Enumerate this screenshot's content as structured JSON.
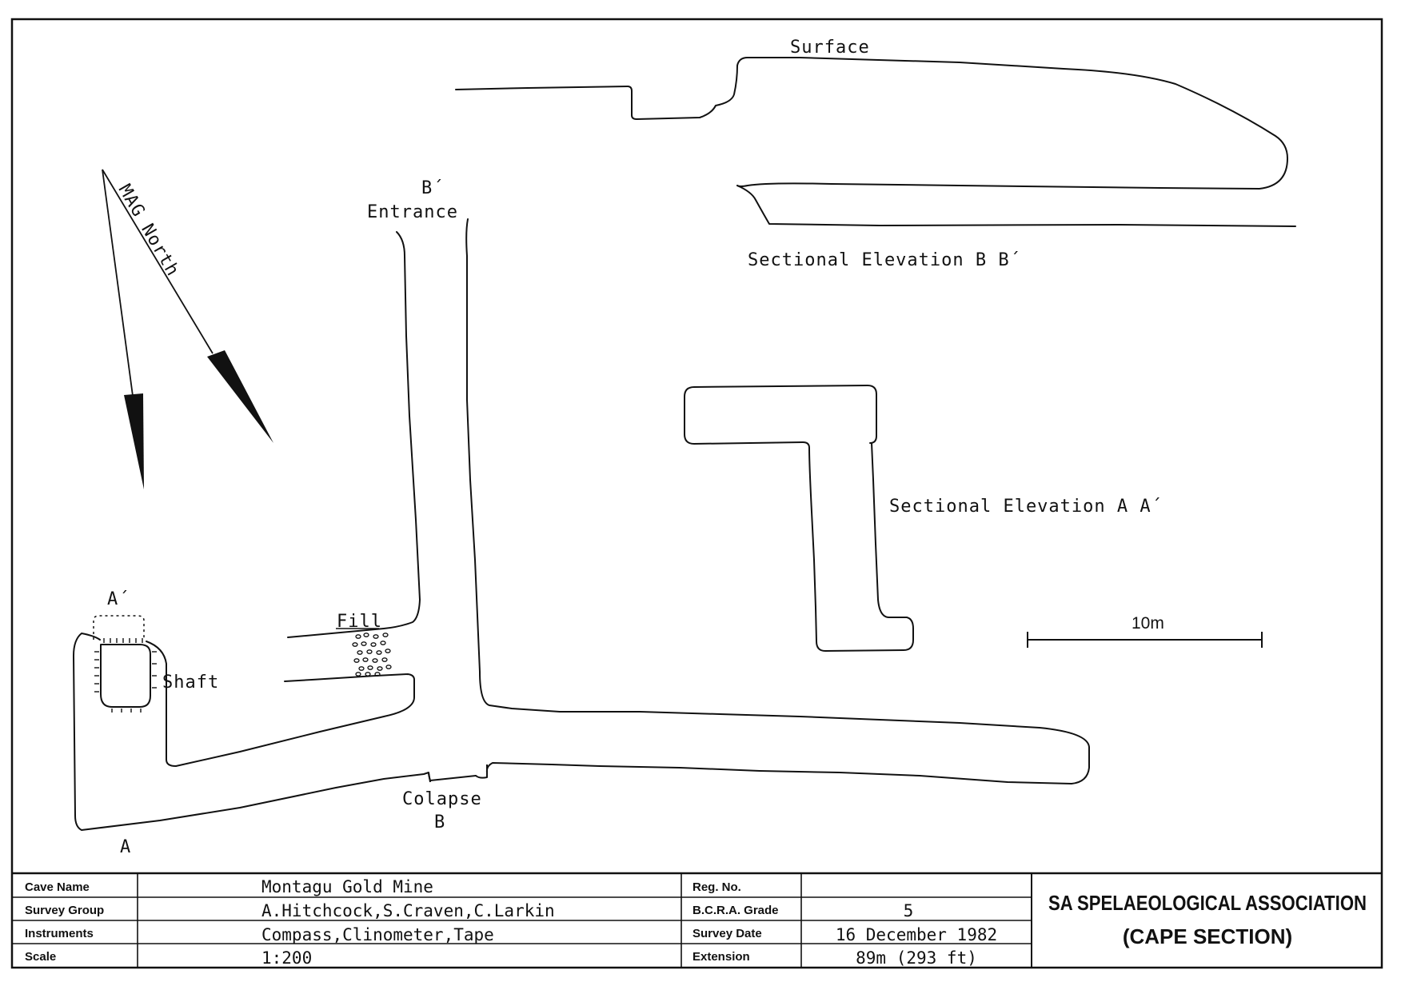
{
  "survey": {
    "labels": {
      "surface": "Surface",
      "section_bb": "Sectional Elevation B B´",
      "section_aa": "Sectional Elevation A A´",
      "b_prime": "B´",
      "entrance": "Entrance",
      "fill": "Fill",
      "shaft": "Shaft",
      "a_prime": "A´",
      "a": "A",
      "colapse": "Colapse",
      "b": "B",
      "mag_north": "MAG North",
      "scale_bar": "10m"
    },
    "colors": {
      "ink": "#111111",
      "paper": "#ffffff"
    }
  },
  "title_block": {
    "rows": [
      {
        "label": "Cave Name",
        "value": "Montagu Gold Mine",
        "label2": "Reg. No.",
        "value2": ""
      },
      {
        "label": "Survey Group",
        "value": "A.Hitchcock,S.Craven,C.Larkin",
        "label2": "B.C.R.A. Grade",
        "value2": "5"
      },
      {
        "label": "Instruments",
        "value": "Compass,Clinometer,Tape",
        "label2": "Survey Date",
        "value2": "16 December 1982"
      },
      {
        "label": "Scale",
        "value": "1:200",
        "label2": "Extension",
        "value2": "89m (293 ft)"
      }
    ],
    "org_line1": "SA SPELAEOLOGICAL ASSOCIATION",
    "org_line2": "(CAPE SECTION)"
  }
}
